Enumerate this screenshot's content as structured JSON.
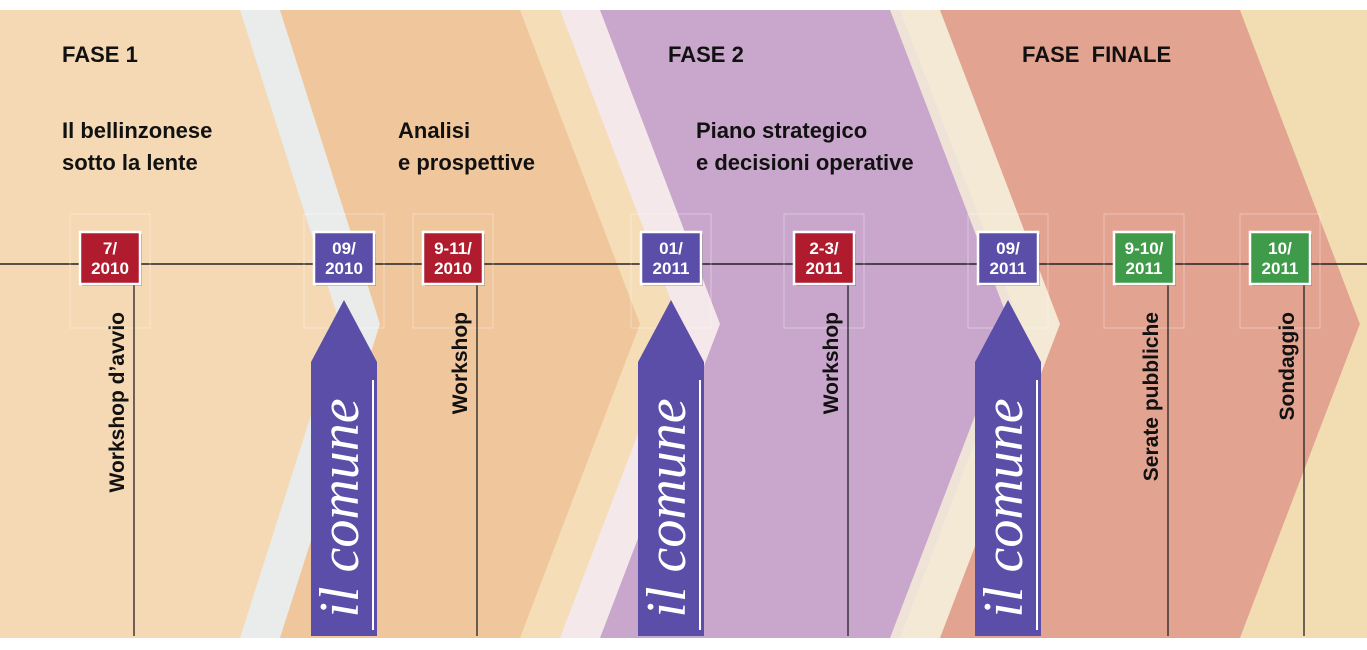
{
  "phases": {
    "phase1": "FASE 1",
    "phase2": "FASE 2",
    "final": "FASE  FINALE"
  },
  "sections": {
    "s1_line1": "Il bellinzonese",
    "s1_line2": "sotto la lente",
    "s2_line1": "Analisi",
    "s2_line2": "e prospettive",
    "s3_line1": "Piano strategico",
    "s3_line2": "e decisioni operative"
  },
  "milestones": [
    {
      "date_l1": "7/",
      "date_l2": "2010",
      "color": "#b01c2e",
      "label": "Workshop d’avvio"
    },
    {
      "date_l1": "09/",
      "date_l2": "2010",
      "color": "#5a4ea8",
      "label": "il comune"
    },
    {
      "date_l1": "9-11/",
      "date_l2": "2010",
      "color": "#b01c2e",
      "label": "Workshop"
    },
    {
      "date_l1": "01/",
      "date_l2": "2011",
      "color": "#5a4ea8",
      "label": "il comune"
    },
    {
      "date_l1": "2-3/",
      "date_l2": "2011",
      "color": "#b01c2e",
      "label": "Workshop"
    },
    {
      "date_l1": "09/",
      "date_l2": "2011",
      "color": "#5a4ea8",
      "label": "il comune"
    },
    {
      "date_l1": "9-10/",
      "date_l2": "2011",
      "color": "#3f9a4a",
      "label": "Serate pubbliche"
    },
    {
      "date_l1": "10/",
      "date_l2": "2011",
      "color": "#3f9a4a",
      "label": "Sondaggio"
    }
  ],
  "colors": {
    "workshop": "#b01c2e",
    "comune": "#5a4ea8",
    "public": "#3f9a4a"
  }
}
